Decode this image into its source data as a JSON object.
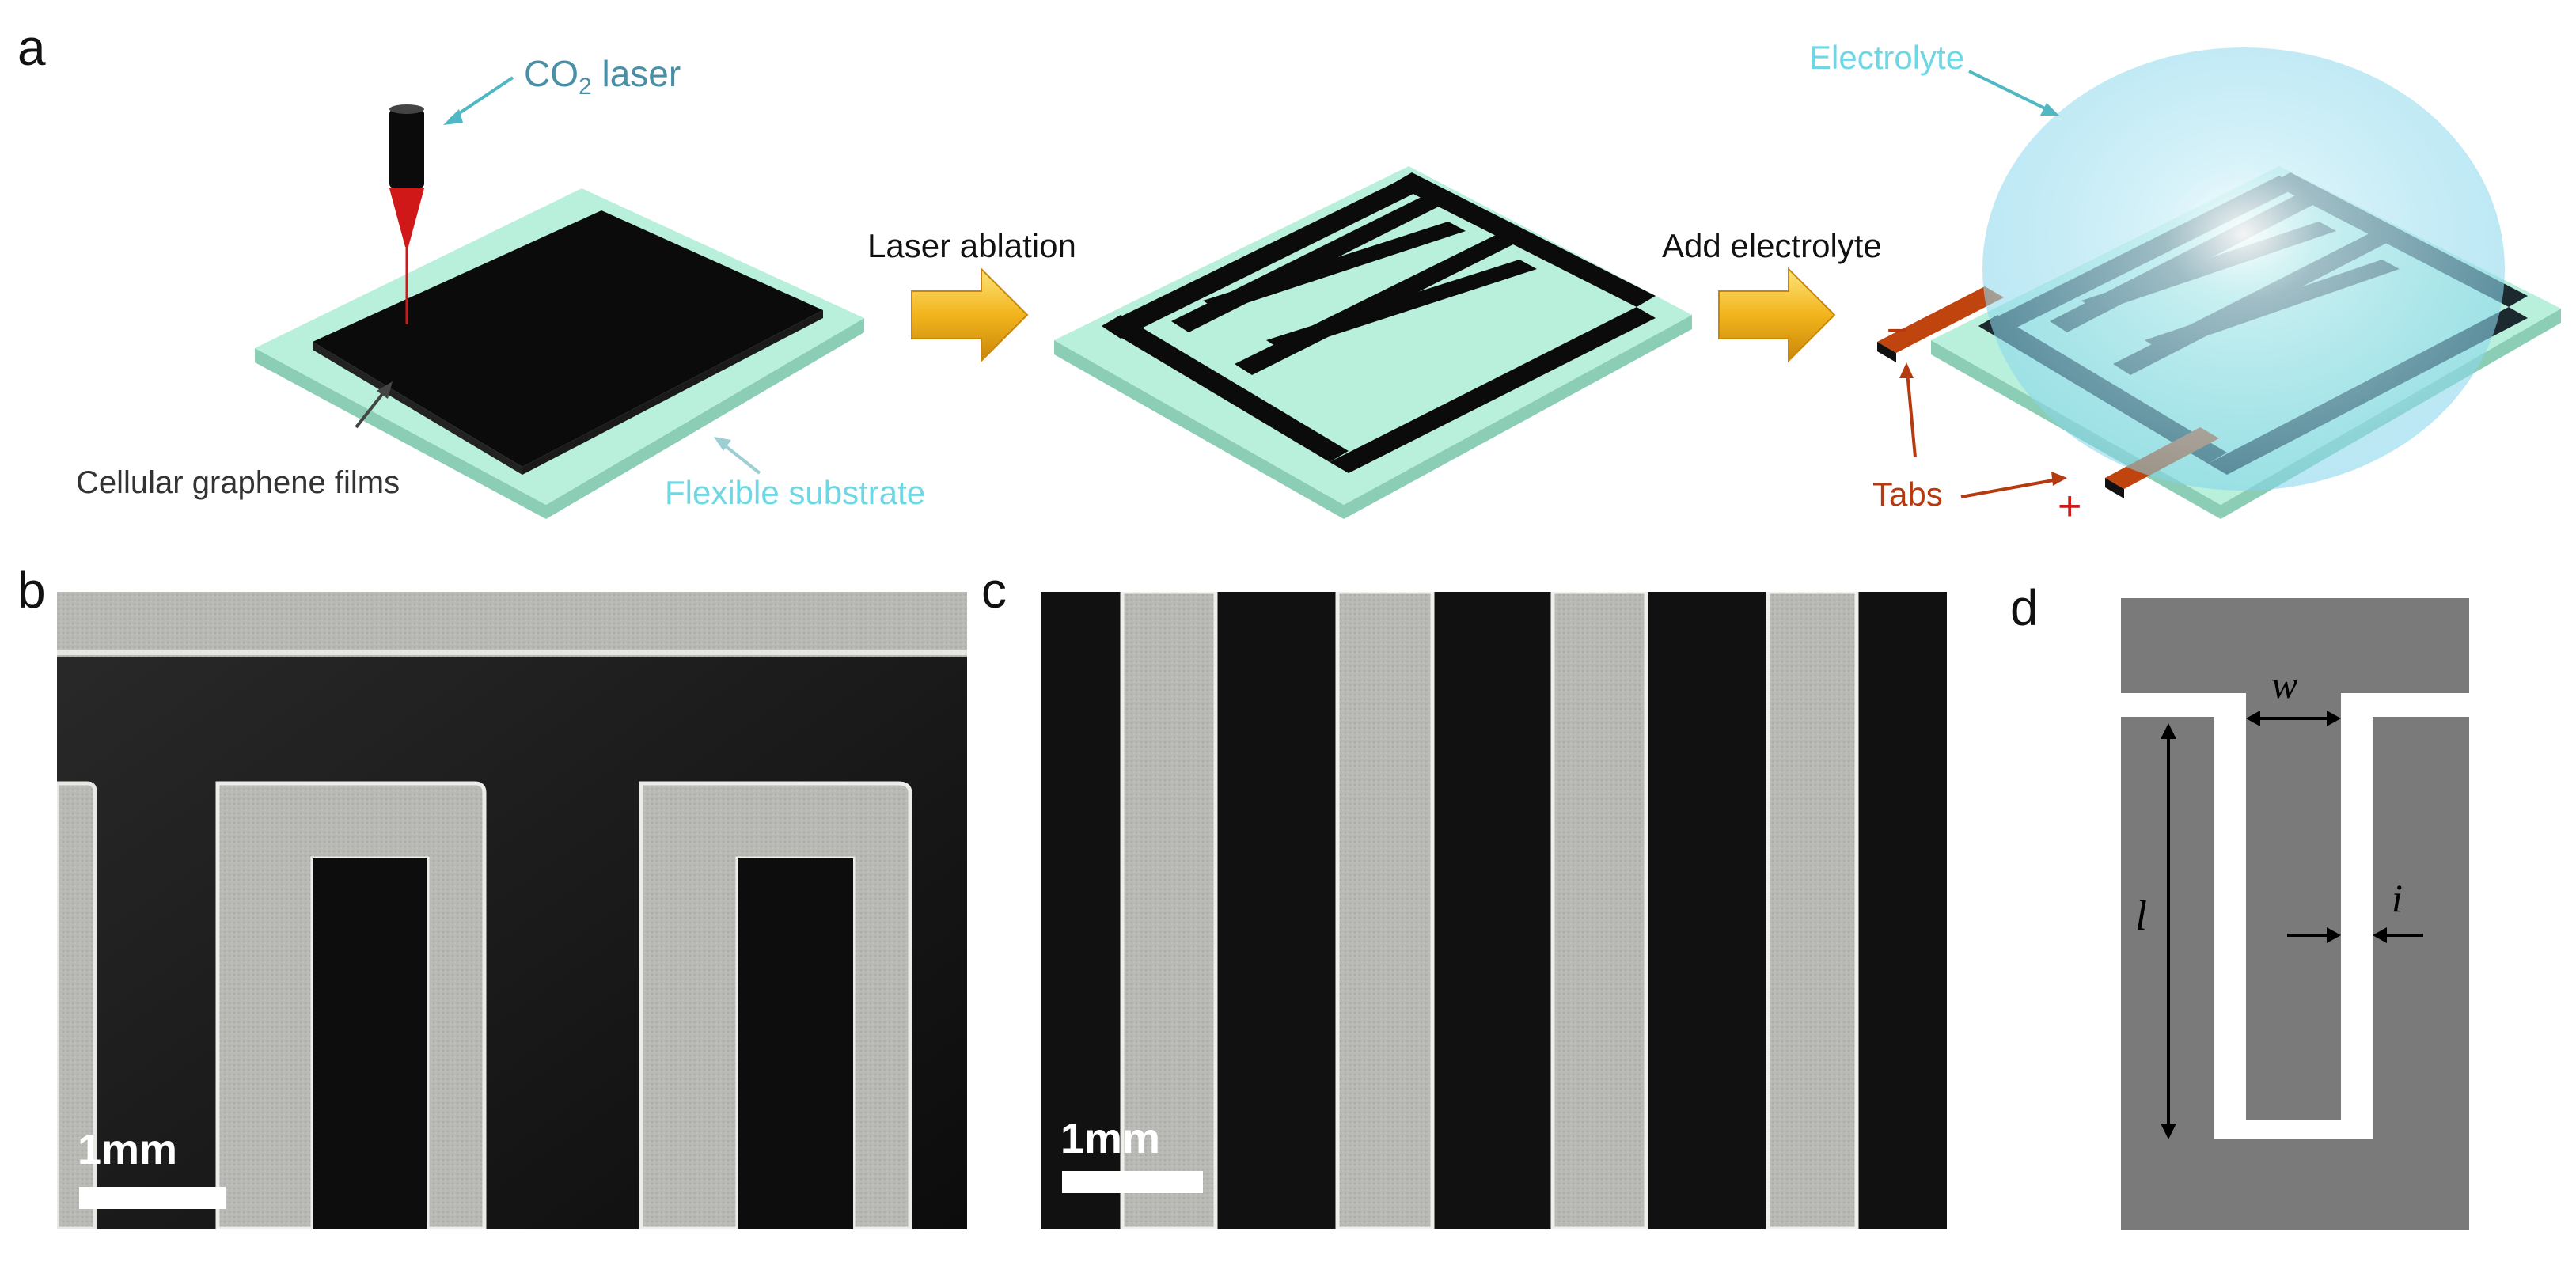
{
  "panels": {
    "a": "a",
    "b": "b",
    "c": "c",
    "d": "d"
  },
  "panel_a": {
    "laser_label": "CO",
    "laser_sub": "2",
    "laser_suffix": " laser",
    "films_label": "Cellular graphene films",
    "substrate_label": "Flexible substrate",
    "step1_label": "Laser ablation",
    "step2_label": "Add electrolyte",
    "electrolyte_label": "Electrolyte",
    "tabs_label": "Tabs",
    "minus_sign": "−",
    "plus_sign": "+",
    "colors": {
      "film": "#0b0b0b",
      "substrate": "#b9f0dc",
      "arrow": "#f2b41c",
      "tab": "#c0440e",
      "electrolyte": "#8fd9ee",
      "laser_beam": "#d01818",
      "teal_label": "#4fb8c2",
      "tabs_text": "#b53a10"
    }
  },
  "panel_b": {
    "scale_label": "1mm"
  },
  "panel_c": {
    "scale_label": "1mm"
  },
  "panel_d": {
    "w_label": "w",
    "i_label": "i",
    "l_label": "l",
    "colors": {
      "electrode": "#7a7a7a",
      "gap": "#ffffff"
    }
  }
}
